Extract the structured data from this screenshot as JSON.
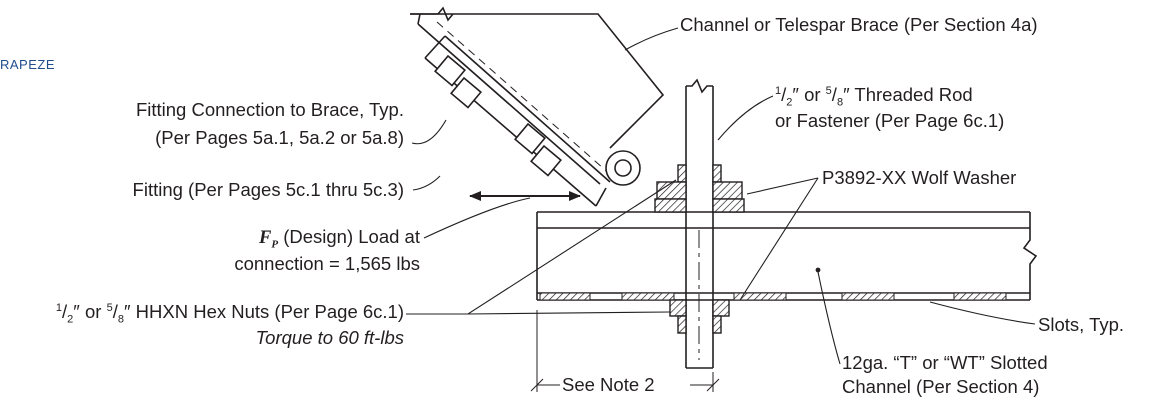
{
  "breadcrumb": "RAPEZE",
  "callouts": {
    "brace": "Channel or Telespar Brace (Per Section 4a)",
    "fitting_conn_1": "Fitting Connection to Brace, Typ.",
    "fitting_conn_2": "(Per Pages 5a.1, 5a.2 or 5a.8)",
    "fitting": "Fitting (Per Pages 5c.1 thru 5c.3)",
    "load_symbol": "F",
    "load_subscript": "P",
    "load_1": "(Design) Load at",
    "load_2": "connection = 1,565 lbs",
    "rod_num": "1",
    "rod_den": "2",
    "rod_or": "″ or ",
    "rod_num2": "5",
    "rod_den2": "8",
    "rod_1_tail": "″ Threaded Rod",
    "rod_2": "or Fastener (Per Page 6c.1)",
    "washer": "P3892-XX Wolf Washer",
    "nuts_num": "1",
    "nuts_den": "2",
    "nuts_or": "″ or ",
    "nuts_num2": "5",
    "nuts_den2": "8",
    "nuts_tail": "″ HHXN Hex Nuts (Per Page 6c.1)",
    "torque": "Torque to 60 ft-lbs",
    "slots": "Slots, Typ.",
    "channel_1": "12ga. “T” or “WT” Slotted",
    "channel_2": "Channel (Per Section 4)",
    "note": "See Note 2"
  },
  "colors": {
    "line": "#231f20",
    "hatch": "#231f20",
    "link": "#1f4e8c"
  }
}
